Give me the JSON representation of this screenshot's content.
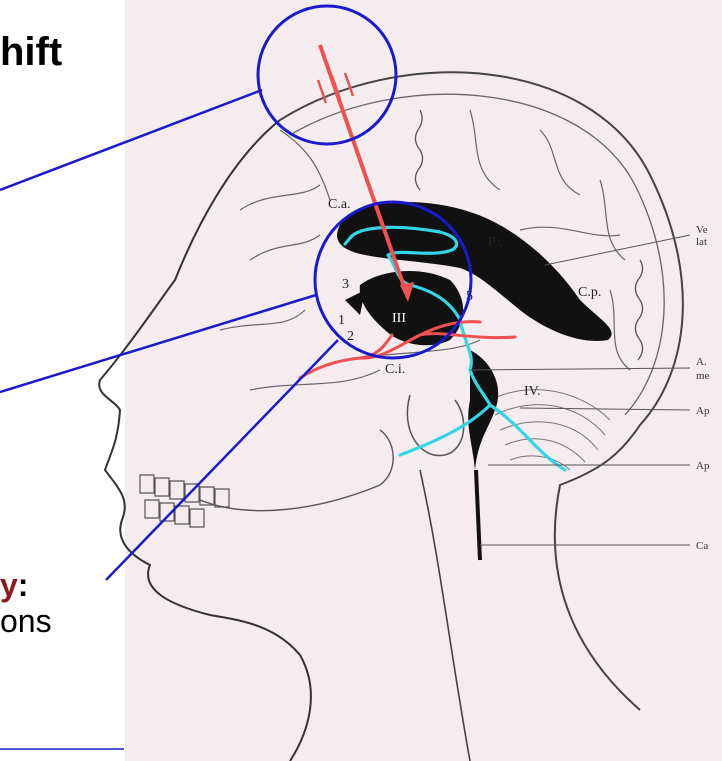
{
  "slide": {
    "title_fragment": "hift",
    "term_fragment": "y",
    "term_colon": ":",
    "description_fragment": "ons"
  },
  "figure": {
    "structure_labels": [
      "C.a.",
      "P.c.",
      "C.p.",
      "III",
      "C.i.",
      "IV.",
      "3",
      "2",
      "1",
      "5"
    ],
    "margin_labels": [
      "Ve",
      "lat",
      "A.",
      "me",
      "Ap",
      "Ap",
      "Ca"
    ]
  },
  "colors": {
    "annotation_blue": "#1a1acc",
    "ventricle_black": "#111111",
    "ventricle_outline_cyan": "#33d6e6",
    "arrow_red": "#f05050",
    "figure_background": "#f4ecee",
    "line_drawing": "#555555",
    "term_red": "#8b1a1a"
  }
}
